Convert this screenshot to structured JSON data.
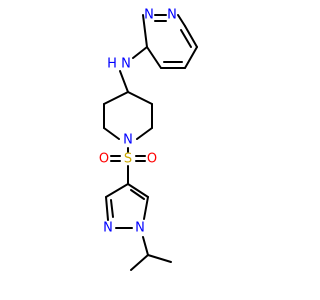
{
  "molecule": {
    "atoms": {
      "n_amine": {
        "label": "N",
        "color": "#0000ff"
      },
      "h_amine": {
        "label": "H",
        "color": "#0000ff"
      },
      "n_pyridazine_1": {
        "label": "N",
        "color": "#0000ff"
      },
      "n_pyridazine_2": {
        "label": "N",
        "color": "#0000ff"
      },
      "n_piperidine": {
        "label": "N",
        "color": "#0000ff"
      },
      "s_sulfonyl": {
        "label": "S",
        "color": "#ccaa00"
      },
      "o_left": {
        "label": "O",
        "color": "#ff0000"
      },
      "o_right": {
        "label": "O",
        "color": "#ff0000"
      },
      "n_pyrazole_1": {
        "label": "N",
        "color": "#0000ff"
      },
      "n_pyrazole_2": {
        "label": "N",
        "color": "#0000ff"
      }
    },
    "bond_color": "#000000"
  }
}
